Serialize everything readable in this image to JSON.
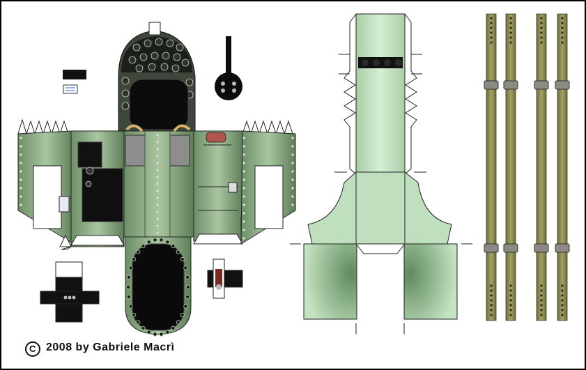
{
  "copyright": {
    "symbol": "C",
    "text": "2008 by Gabriele Macrì"
  },
  "colors": {
    "panel_green": "#8fae86",
    "panel_dark": "#4d6b49",
    "light_green": "#bfdfbf",
    "olive_strap": "#86854e",
    "rivet": "#dfe6dc",
    "dark": "#0d0d0d"
  },
  "parts": [
    "cockpit-sheet",
    "floor-tube-piece",
    "seat-straps"
  ]
}
